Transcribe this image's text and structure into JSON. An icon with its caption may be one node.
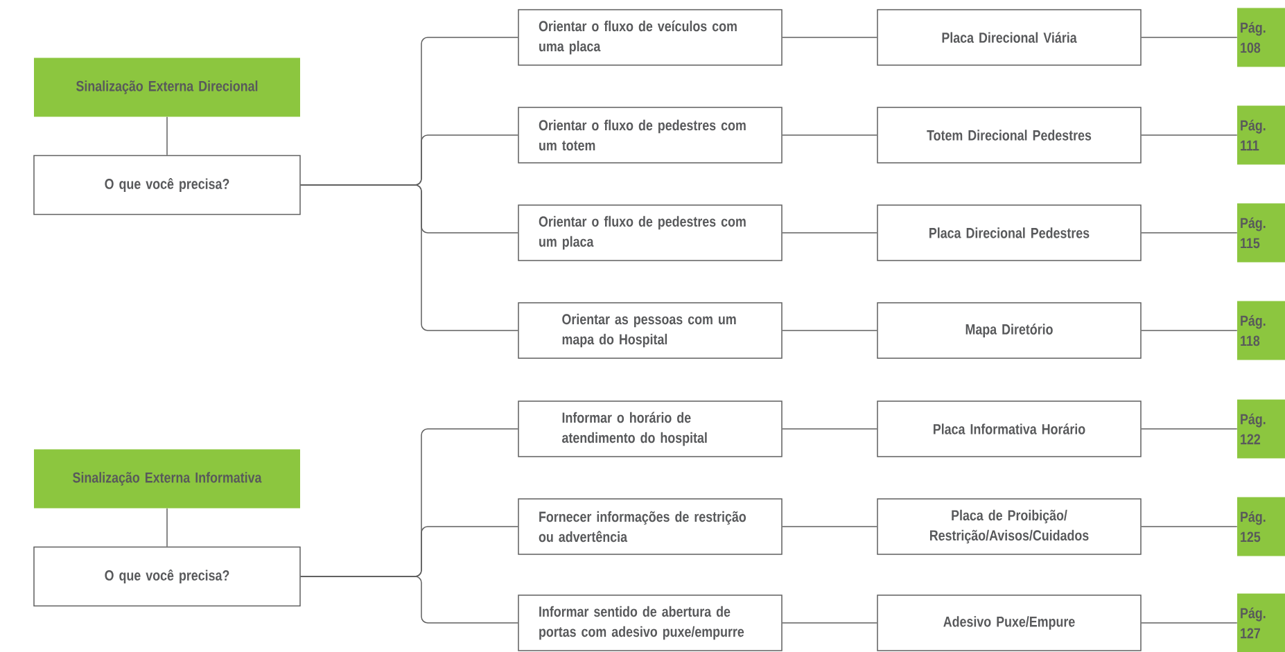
{
  "diagram": {
    "nodes": [
      {
        "text": [
          "Sinalização Externa Direcional"
        ]
      },
      {
        "text": [
          "O que você precisa?"
        ]
      },
      {
        "text": [
          "Orientar o fluxo de veículos com uma placa"
        ]
      },
      {
        "text": [
          "Placa Direcional Viária"
        ]
      },
      {
        "text": [
          "Pág. 108"
        ]
      },
      {
        "text": [
          "Orientar o fluxo de pedestres com um totem"
        ]
      },
      {
        "text": [
          "Totem Direcional Pedestres"
        ]
      },
      {
        "text": [
          "Pág. 111"
        ]
      },
      {
        "text": [
          "Orientar o fluxo de pedestres com um placa"
        ]
      },
      {
        "text": [
          "Placa Direcional Pedestres"
        ]
      },
      {
        "text": [
          "Pág. 115"
        ]
      },
      {
        "text": [
          "Orientar as pessoas com um mapa do Hospital"
        ]
      },
      {
        "text": [
          "Mapa Diretório"
        ]
      },
      {
        "text": [
          "Pág. 118"
        ]
      },
      {
        "text": [
          "Sinalização Externa Informativa"
        ]
      },
      {
        "text": [
          "O que você precisa?"
        ]
      },
      {
        "text": [
          "Informar o horário de atendimento do hospital"
        ]
      },
      {
        "text": [
          "Placa Informativa Horário"
        ]
      },
      {
        "text": [
          "Pág. 122"
        ]
      },
      {
        "text": [
          "Fornecer informações de restrição ou advertência"
        ]
      },
      {
        "text": [
          "Placa de Proibição/ Restrição/Avisos/Cuidados"
        ]
      },
      {
        "text": [
          "Pág. 125"
        ]
      },
      {
        "text": [
          "Informar sentido de abertura de portas com adesivo puxe/empurre"
        ]
      },
      {
        "text": [
          "Adesivo Puxe/Empure"
        ]
      },
      {
        "text": [
          "Pág. 127"
        ]
      }
    ],
    "edges": [
      {
        "from": 0,
        "to": 1,
        "arrow": "none"
      },
      {
        "from": 1,
        "to": 2,
        "arrow": "none"
      },
      {
        "from": 2,
        "to": 3,
        "arrow": "none"
      },
      {
        "from": 3,
        "to": 4,
        "arrow": "none"
      },
      {
        "from": 1,
        "to": 5,
        "arrow": "none"
      },
      {
        "from": 5,
        "to": 6,
        "arrow": "none"
      },
      {
        "from": 6,
        "to": 7,
        "arrow": "none"
      },
      {
        "from": 1,
        "to": 8,
        "arrow": "none"
      },
      {
        "from": 8,
        "to": 9,
        "arrow": "none"
      },
      {
        "from": 9,
        "to": 10,
        "arrow": "none"
      },
      {
        "from": 1,
        "to": 11,
        "arrow": "none"
      },
      {
        "from": 11,
        "to": 12,
        "arrow": "none"
      },
      {
        "from": 12,
        "to": 13,
        "arrow": "none"
      },
      {
        "from": 14,
        "to": 15,
        "arrow": "none"
      },
      {
        "from": 15,
        "to": 16,
        "arrow": "none"
      },
      {
        "from": 16,
        "to": 17,
        "arrow": "none"
      },
      {
        "from": 17,
        "to": 18,
        "arrow": "none"
      },
      {
        "from": 15,
        "to": 19,
        "arrow": "none"
      },
      {
        "from": 19,
        "to": 20,
        "arrow": "none"
      },
      {
        "from": 20,
        "to": 21,
        "arrow": "none"
      },
      {
        "from": 15,
        "to": 22,
        "arrow": "none"
      },
      {
        "from": 22,
        "to": 23,
        "arrow": "none"
      },
      {
        "from": 23,
        "to": 24,
        "arrow": "none"
      }
    ]
  }
}
